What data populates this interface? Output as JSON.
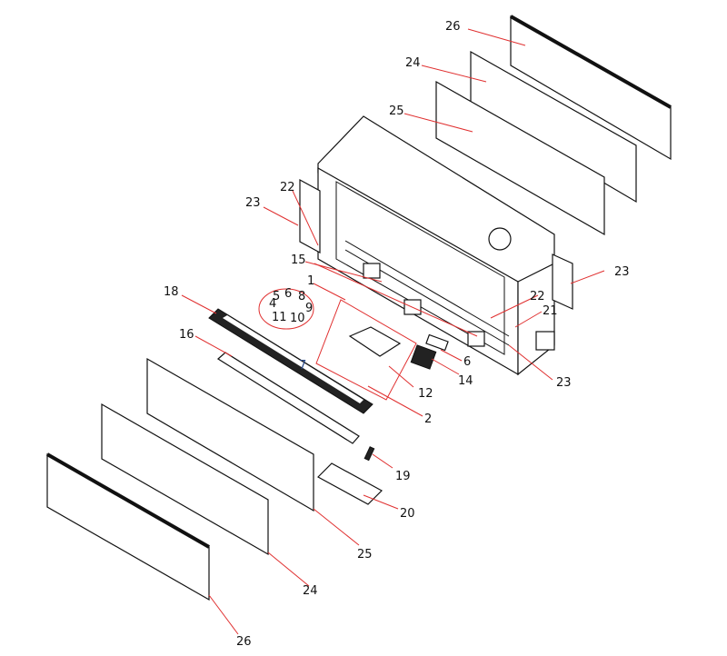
{
  "labels": {
    "top_26": "26",
    "top_24": "24",
    "top_25": "25",
    "left_23": "23",
    "left_22": "22",
    "l15": "15",
    "l1": "1",
    "l18": "18",
    "c4": "4",
    "c5": "5",
    "c6": "6",
    "c8": "8",
    "c9": "9",
    "c10": "10",
    "c11": "11",
    "l16": "16",
    "l7": "7",
    "l12": "12",
    "l14": "14",
    "l6": "6",
    "l2": "2",
    "right_22": "22",
    "l21": "21",
    "right_23a": "23",
    "right_23b": "23",
    "l19": "19",
    "l20": "20",
    "bot_25": "25",
    "bot_24": "24",
    "bot_26": "26"
  },
  "colors": {
    "leader": "#e03030",
    "lines": "#111111"
  }
}
